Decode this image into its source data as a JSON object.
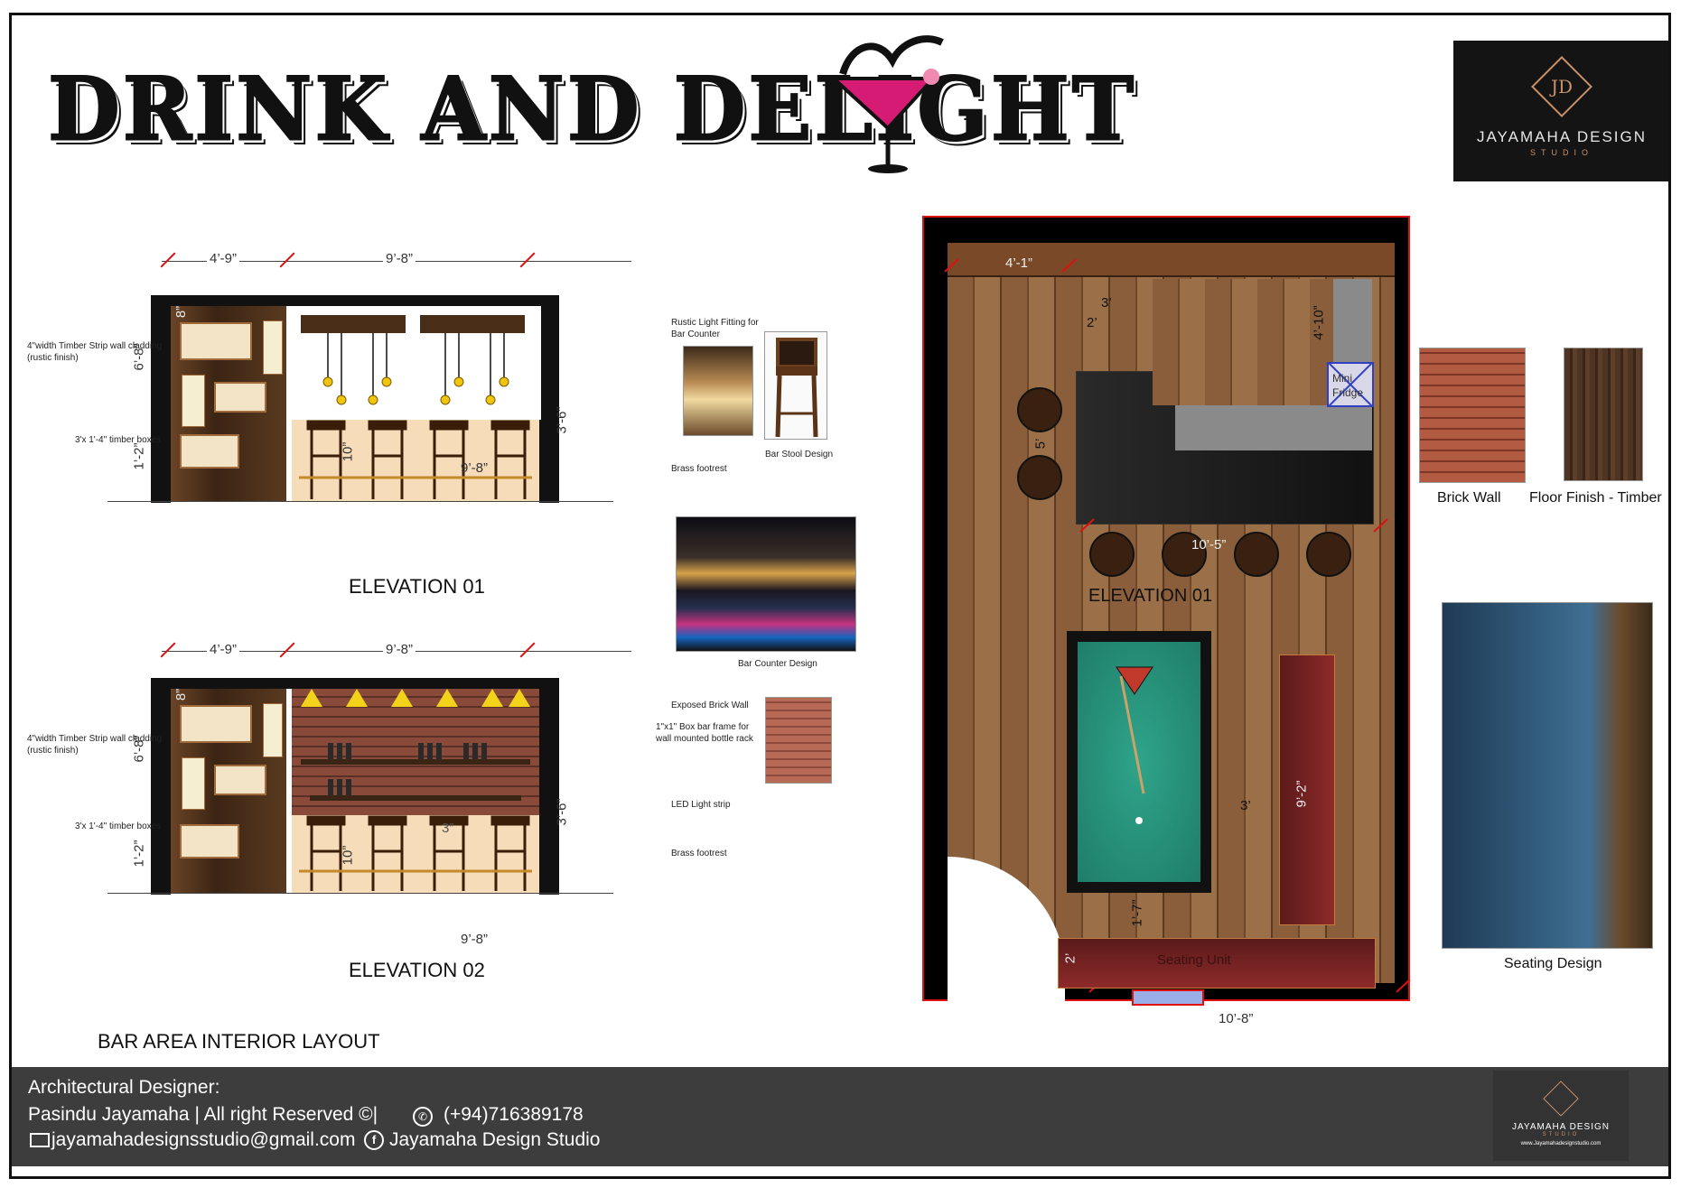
{
  "header": {
    "title": "DRINK AND DELIGHT",
    "studio_logo": {
      "name": "JAYAMAHA DESIGN",
      "sub": "STUDIO",
      "monogram": "JD"
    }
  },
  "elevation_01": {
    "title": "ELEVATION 01",
    "dims": {
      "top_left": "4’-9”",
      "top_right": "9’-8”",
      "bottom": "9’-8”",
      "height": "6’-8”",
      "counter_height": "3’-6”",
      "base": "1’-2”",
      "top_trim": "8”",
      "footrest": "10”"
    },
    "labels": {
      "cladding": "4\"width Timber Strip wall cladding (rustic finish)",
      "boxes": "3'x 1'-4\" timber boxes",
      "light": "Rustic Light Fitting for Bar Counter",
      "footrest": "Brass footrest"
    }
  },
  "elevation_02": {
    "title": "ELEVATION 02",
    "dims": {
      "top_left": "4’-9”",
      "top_right": "9’-8”",
      "bottom": "9’-8”",
      "height": "6’-8”",
      "counter_height": "3’-6”",
      "base": "1’-2”",
      "top_trim": "8”",
      "footrest": "10”",
      "shelf": "3”"
    },
    "labels": {
      "cladding": "4\"width Timber Strip wall cladding (rustic finish)",
      "boxes": "3'x 1'-4\" timber boxes",
      "brick": "Exposed Brick Wall",
      "rack": "1\"x1\" Box bar frame for wall mounted bottle rack",
      "led": "LED Light strip",
      "footrest": "Brass footrest"
    }
  },
  "references": {
    "bar_stool": "Bar Stool Design",
    "bar_counter": "Bar Counter Design",
    "brick_wall": "Brick Wall",
    "floor_finish": "Floor Finish - Timber",
    "seating": "Seating Design"
  },
  "plan": {
    "elevation_label": "ELEVATION 01",
    "fridge": "Mini Fridge",
    "seating_unit": "Seating Unit",
    "dims": {
      "top": "4’-1”",
      "three": "3’",
      "two": "2’",
      "counter_depth": "4’-10”",
      "stool_gap": "5’",
      "counter_len": "10’-5”",
      "table_gap": "3’",
      "side_seat": "9’-2”",
      "table_bottom": "1’-7”",
      "seat_depth": "2’",
      "bottom": "10’-8”"
    }
  },
  "layout_caption": "BAR AREA INTERIOR LAYOUT",
  "footer": {
    "line1": "Architectural Designer:",
    "line2a": "Pasindu Jayamaha | All right Reserved ©|",
    "phone": "(+94)716389178",
    "email": "jayamahadesignsstudio@gmail.com",
    "facebook": "Jayamaha Design Studio",
    "logo_name": "JAYAMAHA DESIGN",
    "logo_sub": "STUDIO",
    "logo_web": "www.Jayamahadesignstudio.com"
  }
}
